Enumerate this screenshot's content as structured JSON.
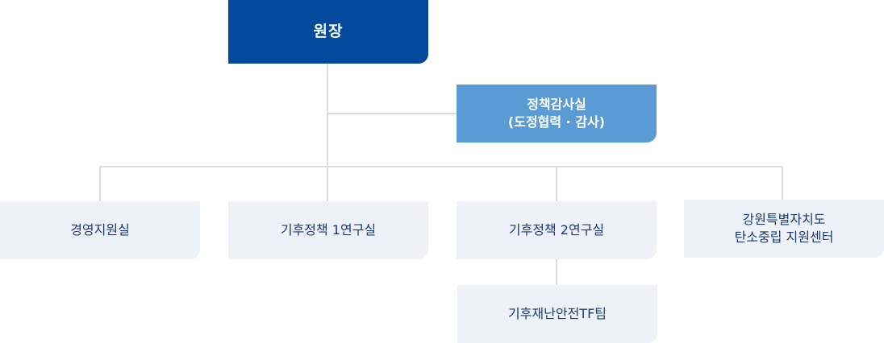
{
  "director": {
    "label": "원장"
  },
  "audit_office": {
    "line1": "정책감사실",
    "line2": "(도정협력 · 감사)"
  },
  "units": [
    {
      "line1": "경영지원실"
    },
    {
      "line1": "기후정책 1연구실"
    },
    {
      "line1": "기후정책 2연구실"
    },
    {
      "line1": "강원특별자치도",
      "line2": "탄소중립 지원센터"
    },
    {
      "line1": "기후재난안전TF팀"
    }
  ],
  "colors": {
    "director_bg": "#034a9c",
    "audit_bg": "#5b9bd5",
    "unit_bg": "#eef2f8",
    "unit_text": "#1a3a75",
    "connector": "#dddddd"
  }
}
